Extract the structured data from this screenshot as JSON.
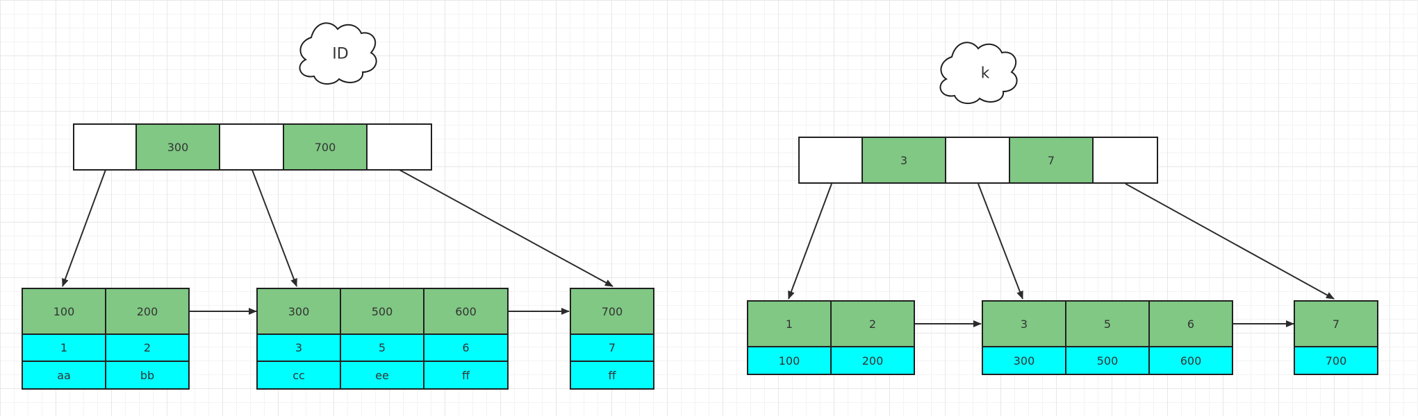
{
  "diagrams": [
    {
      "cloud_label": "ID",
      "root_keys": [
        "300",
        "700"
      ],
      "leaves": [
        {
          "keys": [
            "100",
            "200"
          ],
          "row1": [
            "1",
            "2"
          ],
          "row2": [
            "aa",
            "bb"
          ]
        },
        {
          "keys": [
            "300",
            "500",
            "600"
          ],
          "row1": [
            "3",
            "5",
            "6"
          ],
          "row2": [
            "cc",
            "ee",
            "ff"
          ]
        },
        {
          "keys": [
            "700"
          ],
          "row1": [
            "7"
          ],
          "row2": [
            "ff"
          ]
        }
      ]
    },
    {
      "cloud_label": "k",
      "root_keys": [
        "3",
        "7"
      ],
      "leaves": [
        {
          "keys": [
            "1",
            "2"
          ],
          "row1": [
            "100",
            "200"
          ]
        },
        {
          "keys": [
            "3",
            "5",
            "6"
          ],
          "row1": [
            "300",
            "500",
            "600"
          ]
        },
        {
          "keys": [
            "7"
          ],
          "row1": [
            "700"
          ]
        }
      ]
    }
  ],
  "colors": {
    "key_fill": "#80c884",
    "data_fill": "#00ffff",
    "empty_fill": "#ffffff",
    "border": "#1f1f1f"
  }
}
